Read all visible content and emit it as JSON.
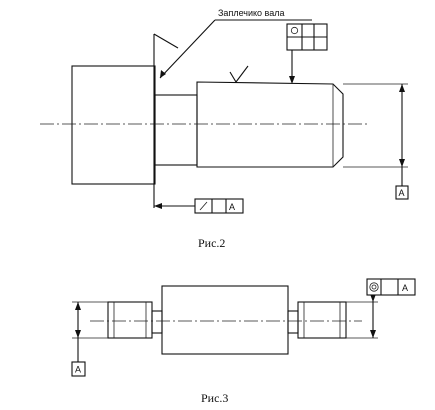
{
  "figure2": {
    "callout_label": "Заплечико вала",
    "datum_letter": "A",
    "frame_datum": "A",
    "caption": "Рис.2"
  },
  "figure3": {
    "datum_letter": "A",
    "frame_datum": "A",
    "caption": "Рис.3"
  }
}
